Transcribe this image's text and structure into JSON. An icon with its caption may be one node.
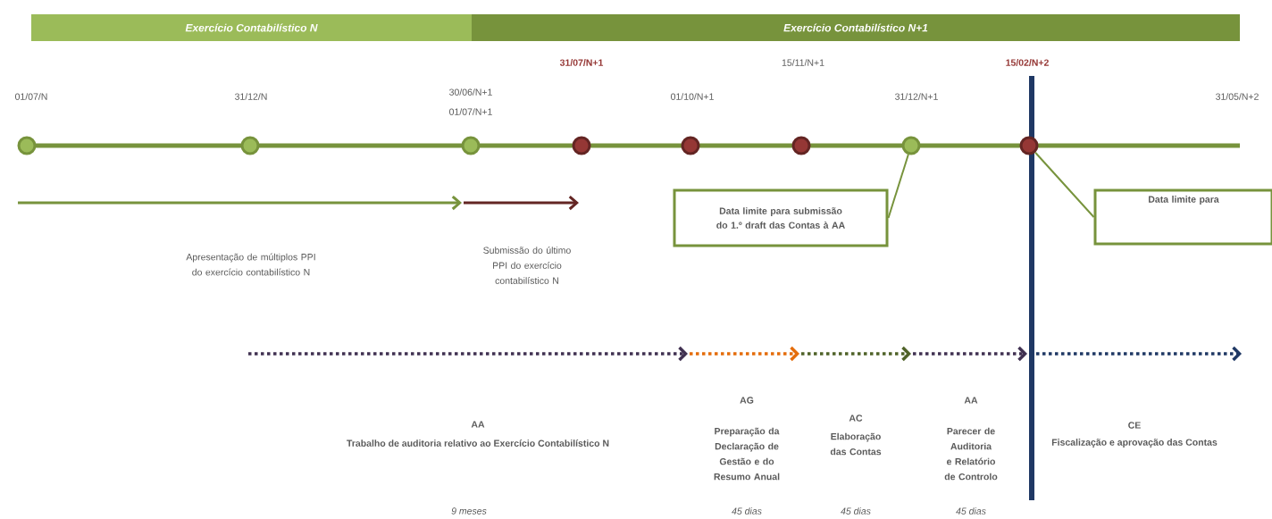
{
  "diagram": {
    "nodes": [
      {
        "text": [
          "Exercício Contabilístico N"
        ]
      },
      {
        "text": [
          "Exercício Contabilístico N+1"
        ]
      },
      {
        "text": [],
        "shape": "circle",
        "beside": [
          "01/07/N"
        ]
      },
      {
        "text": [],
        "shape": "circle",
        "beside": [
          "31/12/N"
        ]
      },
      {
        "text": [],
        "shape": "circle",
        "beside": [
          "30/06/N+1",
          "01/07/N+1"
        ]
      },
      {
        "text": [],
        "shape": "circle"
      },
      {
        "text": [],
        "shape": "circle",
        "beside": [
          "01/10/N+1"
        ]
      },
      {
        "text": [],
        "shape": "circle"
      },
      {
        "text": [],
        "shape": "circle",
        "beside": [
          "31/12/N+1"
        ]
      },
      {
        "text": [],
        "shape": "circle"
      },
      {
        "text": [
          "Data limite para submissão do 1.º draft das Contas à AA"
        ]
      },
      {
        "text": [
          "Data limite para"
        ]
      }
    ],
    "edges": [
      {
        "from": 10,
        "to": 8,
        "arrow": "none"
      },
      {
        "from": 11,
        "to": 9,
        "arrow": "none"
      }
    ],
    "labels": [
      "31/07/N+1",
      "15/11/N+1",
      "15/02/N+2",
      "31/05/N+2",
      "Apresentação de múltiplos PPI do exercício contabilístico N",
      "Submissão do último PPI do exercício contabilístico N",
      "AA",
      "Trabalho de auditoria relativo ao Exercício Contabilístico N",
      "9 meses",
      "AG",
      "Preparação da Declaração de Gestão e do Resumo Anual",
      "45 dias",
      "AC",
      "Elaboração das Contas",
      "45 dias",
      "AA",
      "Parecer de Auditoria e Relatório de Controlo",
      "45 dias",
      "CE",
      "Fiscalização e aprovação das Contas"
    ]
  }
}
